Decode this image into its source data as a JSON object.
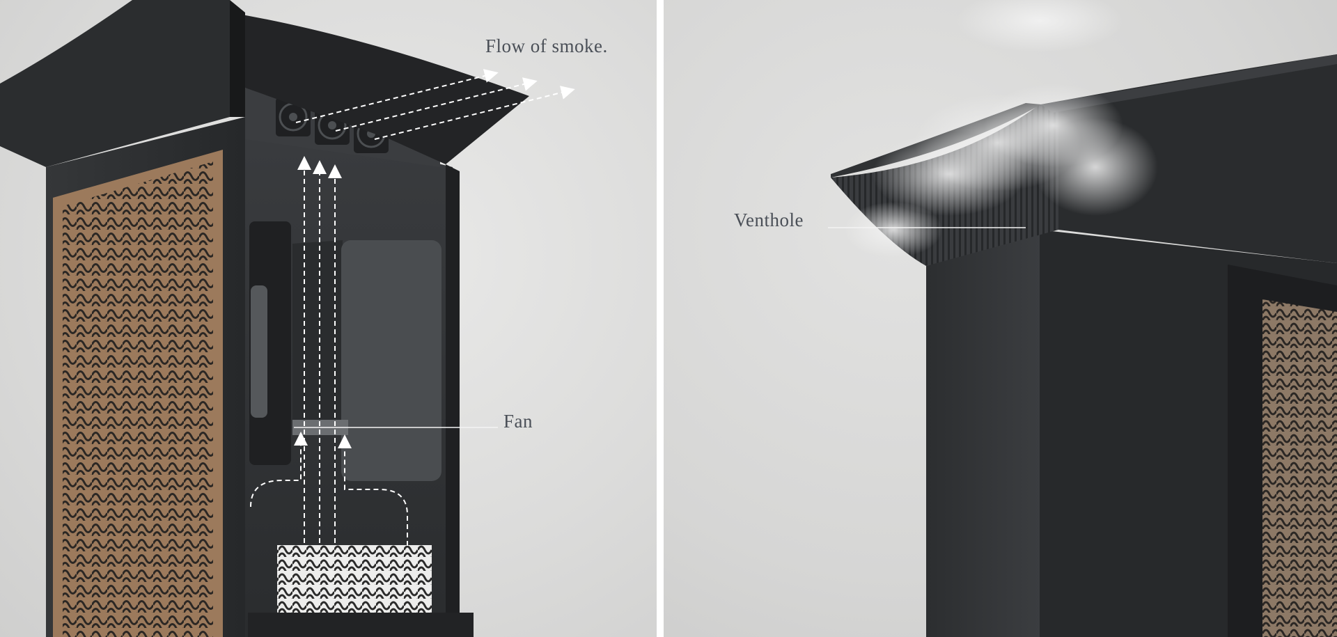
{
  "annotations": {
    "flow_of_smoke": "Flow of smoke.",
    "fan": "Fan",
    "venthole": "Venthole"
  },
  "colors": {
    "background_left": "#dcdcdb",
    "background_right": "#d6d6d5",
    "device_body": "#2f3133",
    "device_dark": "#1f2022",
    "panel_bronze": "#9c7a5c",
    "label_text": "#4a4f57",
    "arrows": "#ffffff"
  }
}
